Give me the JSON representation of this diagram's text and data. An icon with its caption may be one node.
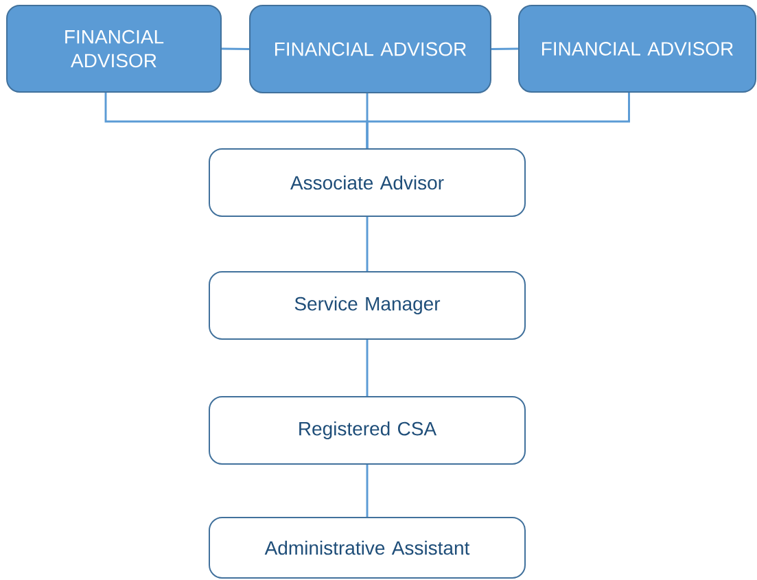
{
  "diagram": {
    "nodes": [
      {
        "text": [
          "FINANCIAL ADVISOR"
        ]
      },
      {
        "text": [
          "FINANCIAL ADVISOR"
        ]
      },
      {
        "text": [
          "FINANCIAL ADVISOR"
        ]
      },
      {
        "text": [
          "Associate Advisor"
        ]
      },
      {
        "text": [
          "Service Manager"
        ]
      },
      {
        "text": [
          "Registered CSA"
        ]
      },
      {
        "text": [
          "Administrative Assistant"
        ]
      }
    ],
    "edges": [
      {
        "from": 0,
        "to": 1,
        "arrow": "none"
      },
      {
        "from": 1,
        "to": 2,
        "arrow": "none"
      },
      {
        "from": 0,
        "to": 3,
        "arrow": "none"
      },
      {
        "from": 1,
        "to": 3,
        "arrow": "none"
      },
      {
        "from": 2,
        "to": 3,
        "arrow": "none"
      },
      {
        "from": 3,
        "to": 4,
        "arrow": "none"
      },
      {
        "from": 4,
        "to": 5,
        "arrow": "none"
      },
      {
        "from": 5,
        "to": 6,
        "arrow": "none"
      }
    ]
  }
}
